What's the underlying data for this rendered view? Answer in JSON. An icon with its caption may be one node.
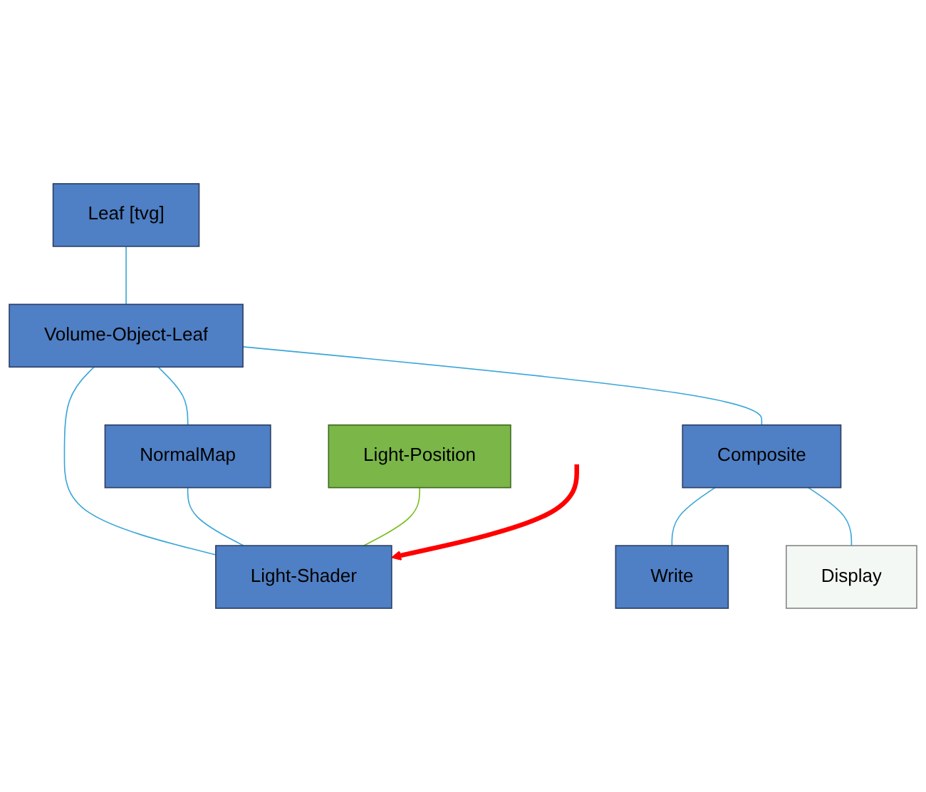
{
  "diagram": {
    "nodes": [
      {
        "text": [
          "Leaf [tvg]"
        ]
      },
      {
        "text": [
          "Volume-Object-Leaf"
        ]
      },
      {
        "text": [
          "Light-Position"
        ]
      },
      {
        "text": [
          "NormalMap"
        ]
      },
      {
        "text": [
          "Light-Shader"
        ]
      },
      {
        "text": [
          "Composite"
        ]
      },
      {
        "text": [
          "Write"
        ]
      },
      {
        "text": [
          "Display"
        ]
      }
    ],
    "edges": [
      {
        "from": 0,
        "to": 1,
        "arrow": "none"
      },
      {
        "from": 1,
        "to": 3,
        "arrow": "none"
      },
      {
        "from": 1,
        "to": 4,
        "arrow": "none"
      },
      {
        "from": 3,
        "to": 4,
        "arrow": "none"
      },
      {
        "from": 2,
        "to": 4,
        "arrow": "none",
        "color": "#7bbd1e"
      },
      {
        "from": 1,
        "to": 5,
        "arrow": "none"
      },
      {
        "from": 5,
        "to": 6,
        "arrow": "none"
      },
      {
        "from": 5,
        "to": 7,
        "arrow": "none"
      },
      {
        "from": null,
        "to": 4,
        "arrow": "to",
        "style": "thick",
        "color": "#ff0000"
      }
    ]
  }
}
